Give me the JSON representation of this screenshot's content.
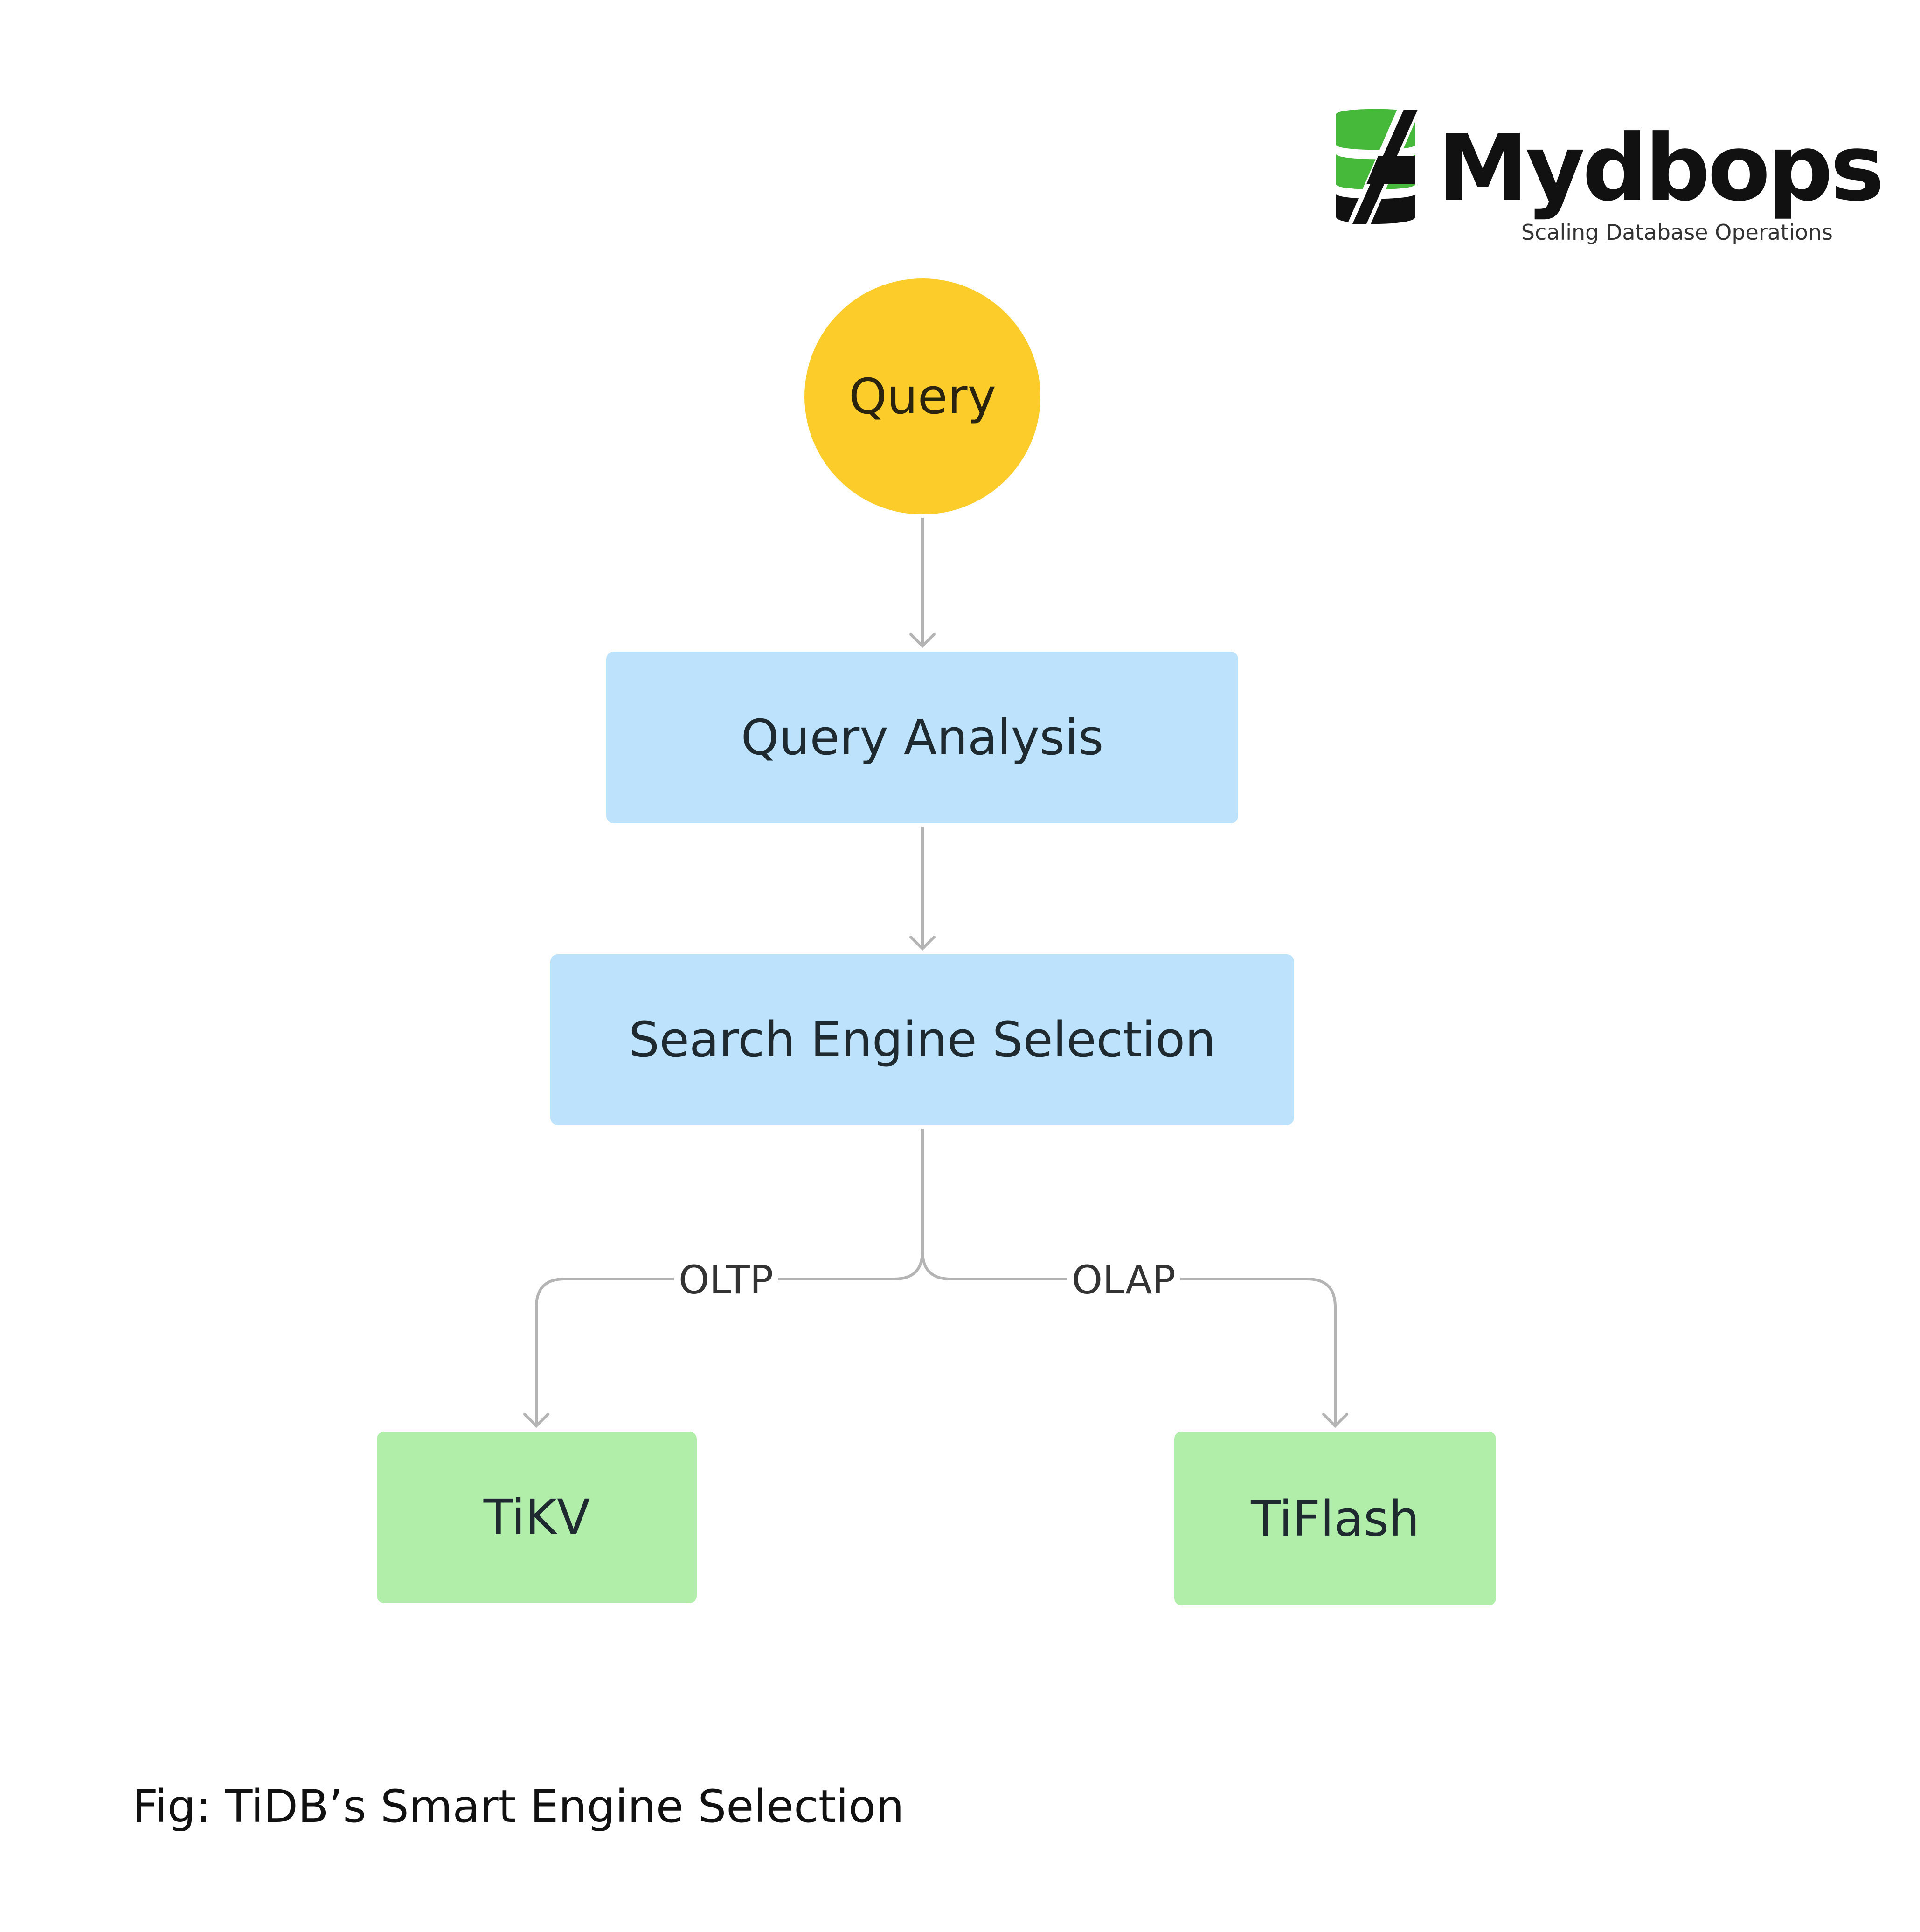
{
  "logo": {
    "wordmark": "Mydbops",
    "tagline": "Scaling Database Operations",
    "brand_green": "#46b83a",
    "brand_dark": "#111111"
  },
  "nodes": {
    "query": "Query",
    "analysis": "Query Analysis",
    "search": "Search Engine Selection",
    "tikv": "TiKV",
    "tiflash": "TiFlash"
  },
  "edges": {
    "oltp": "OLTP",
    "olap": "OLAP"
  },
  "caption": "Fig: TiDB’s Smart Engine Selection",
  "colors": {
    "query_fill": "#fccd2a",
    "process_fill": "#bde3fc",
    "engine_fill": "#b0eeaa",
    "connector": "#b4b4b4"
  }
}
